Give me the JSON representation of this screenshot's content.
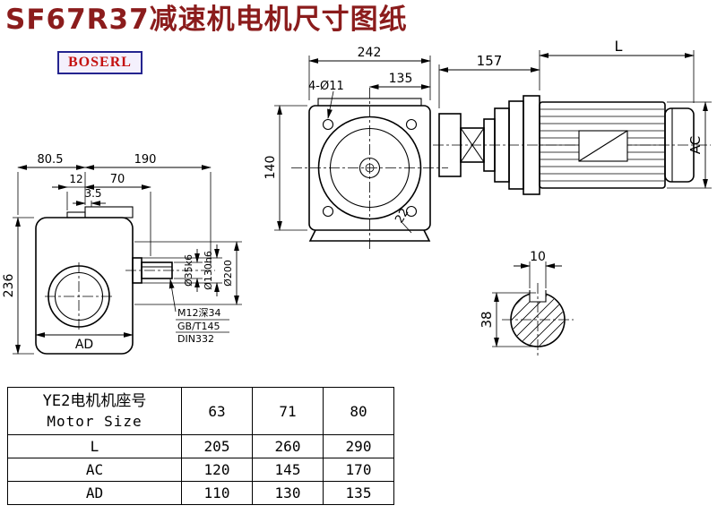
{
  "title": "SF67R37减速机电机尺寸图纸",
  "brand": "BOSERL",
  "colors": {
    "title": "#8b1c1c",
    "brand_text": "#c41111",
    "brand_border": "#24248f",
    "line": "#000000"
  },
  "front_view": {
    "overall_width": "242",
    "bolt_spacing": "135",
    "bolt_holes": "4-Ø11",
    "overall_height": "140",
    "corner_dim": "22"
  },
  "side_view": {
    "dim_80_5": "80.5",
    "dim_190": "190",
    "dim_12": "12",
    "dim_70": "70",
    "dim_3_5": "3.5",
    "dim_236": "236",
    "dim_ad": "AD",
    "shaft_dia": "Ø35k6",
    "pilot_dia": "Ø130h6",
    "flange_dia": "Ø200",
    "note_tap": "M12深34",
    "note_std1": "GB/T145",
    "note_std2": "DIN332"
  },
  "motor_view": {
    "adapter_length": "157",
    "motor_length": "L",
    "motor_width": "AC"
  },
  "shaft_section": {
    "key_width": "10",
    "diameter": "38"
  },
  "table": {
    "header": {
      "label_cn": "YE2电机机座号",
      "label_en": "Motor Size",
      "sizes": [
        "63",
        "71",
        "80"
      ]
    },
    "rows": [
      {
        "label": "L",
        "values": [
          "205",
          "260",
          "290"
        ]
      },
      {
        "label": "AC",
        "values": [
          "120",
          "145",
          "170"
        ]
      },
      {
        "label": "AD",
        "values": [
          "110",
          "130",
          "135"
        ]
      }
    ]
  }
}
